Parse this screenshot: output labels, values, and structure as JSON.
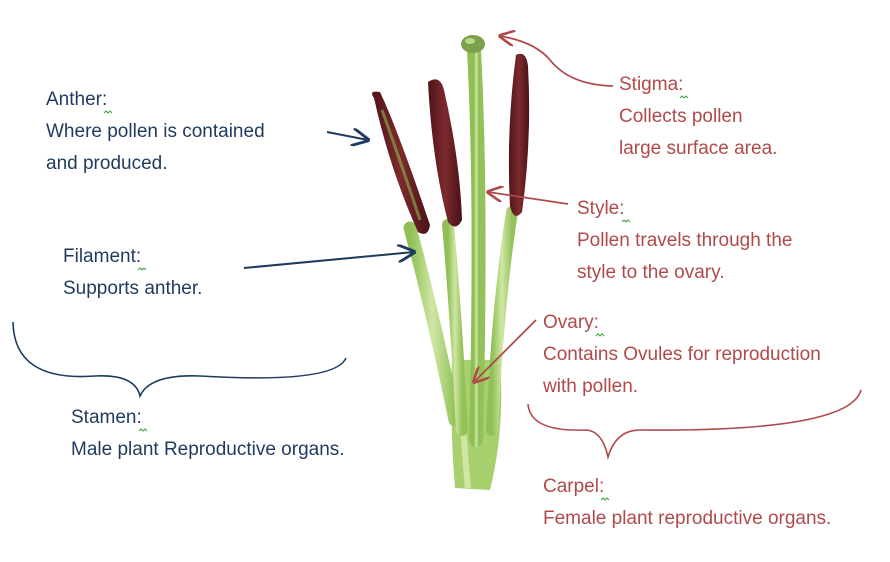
{
  "colors": {
    "left_text": "#1f3a5f",
    "right_text": "#b04a4a",
    "filament_green": "#a6cc6e",
    "anther_maroon": "#6a1f24",
    "stigma_green": "#7da04c"
  },
  "labels": {
    "anther": {
      "term": "Anther:",
      "lines": [
        "Where pollen is contained",
        "and produced."
      ]
    },
    "filament": {
      "term": "Filament:",
      "lines": [
        "Supports anther."
      ]
    },
    "stamen": {
      "term": "Stamen:",
      "lines": [
        "Male plant Reproductive organs."
      ]
    },
    "stigma": {
      "term": "Stigma:",
      "lines": [
        "Collects pollen",
        "large surface area."
      ]
    },
    "style": {
      "term": "Style:",
      "lines": [
        "Pollen travels through the",
        "style to the ovary."
      ]
    },
    "ovary": {
      "term": "Ovary:",
      "lines": [
        "Contains Ovules for reproduction",
        "with pollen."
      ]
    },
    "carpel": {
      "term": "Carpel:",
      "lines": [
        "Female plant reproductive organs."
      ]
    }
  }
}
